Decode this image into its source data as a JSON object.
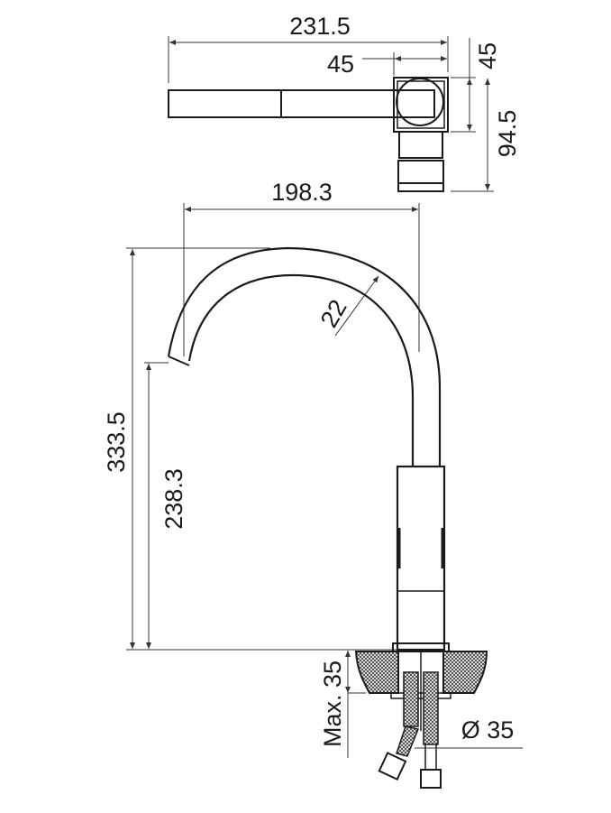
{
  "drawing": {
    "top_view": {
      "overall_width": "231.5",
      "head_width": "45",
      "head_depth": "45",
      "overall_depth": "94.5"
    },
    "side_view": {
      "spout_reach": "198.3",
      "spout_diameter": "22",
      "overall_height": "333.5",
      "outlet_height": "238.3",
      "max_counter_thickness": "Max. 35",
      "hole_diameter": "Ø 35"
    },
    "colors": {
      "line": "#1a1a1a",
      "background": "#ffffff"
    }
  }
}
